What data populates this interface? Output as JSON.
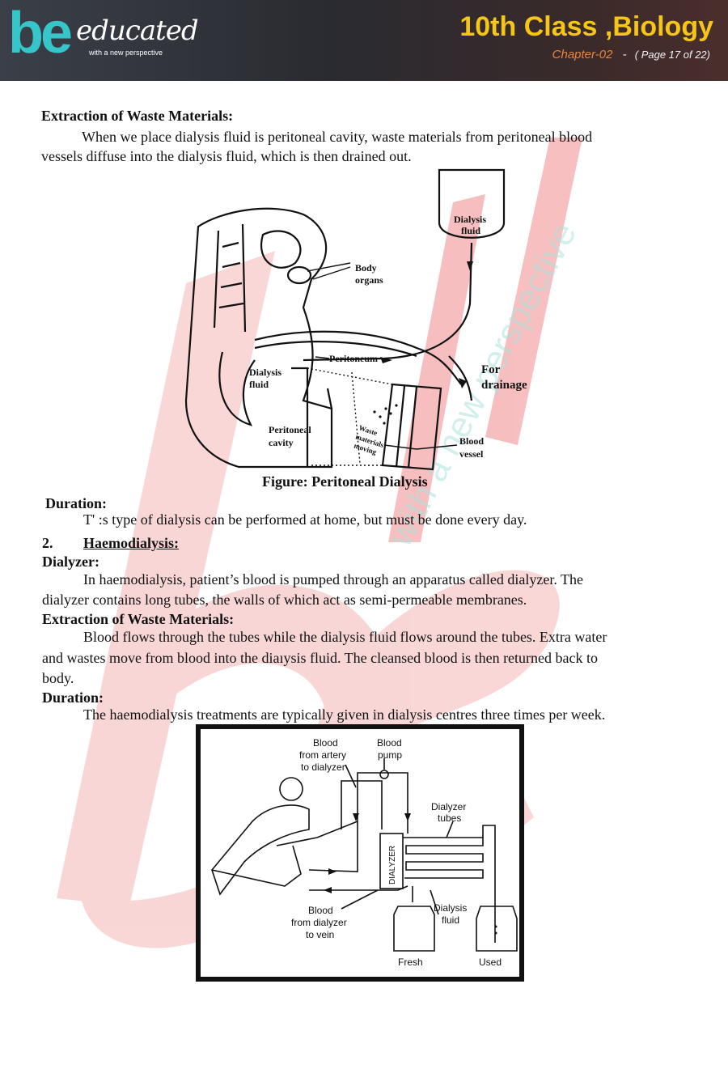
{
  "header": {
    "logo_be": "be",
    "logo_educated": "educated",
    "logo_tagline": "with a new perspective",
    "title": "10th Class ,Biology",
    "chapter": "Chapter-02",
    "separator": "-",
    "page_info": "( Page 17 of 22)"
  },
  "watermark": {
    "tagline": "with a new perspective"
  },
  "section1": {
    "heading": "Extraction of Waste Materials:",
    "para_line1": "When we place dialysis fluid is peritoneal cavity, waste materials from peritoneal blood",
    "para_line2": "vessels diffuse into the dialysis fluid, which is then drained out."
  },
  "figure1": {
    "caption": "Figure: Peritoneal Dialysis",
    "labels": {
      "dialysis_fluid_bag_1": "Dialysis",
      "dialysis_fluid_bag_2": "fluid",
      "body_organs_1": "Body",
      "body_organs_2": "organs",
      "peritoneum": "Peritoneum",
      "dialysis_fluid_1": "Dialysis",
      "dialysis_fluid_2": "fluid",
      "for_drainage_1": "For",
      "for_drainage_2": "drainage",
      "peritoneal_cavity_1": "Peritoneal",
      "peritoneal_cavity_2": "cavity",
      "waste_1": "Waste",
      "waste_2": "materials",
      "waste_3": "moving",
      "blood_vessel_1": "Blood",
      "blood_vessel_2": "vessel"
    }
  },
  "duration1": {
    "heading": "Duration:",
    "text": "T' :s type of dialysis can be performed at home, but must be done every day."
  },
  "haemo": {
    "number": "2.",
    "heading": "Haemodialysis:"
  },
  "dialyzer": {
    "heading": "Dialyzer:",
    "line1": "In haemodialysis, patient’s blood is pumped through an apparatus called dialyzer. The",
    "line2": "dialyzer contains long tubes, the walls of which act as semi-permeable membranes."
  },
  "section2": {
    "heading": "Extraction of Waste Materials:",
    "line1": "Blood flows through the tubes while the dialysis fluid flows around the tubes. Extra water",
    "line2": "and wastes move from blood into the diaıysis fluid. The cleansed blood is then returned back to",
    "line3": "body."
  },
  "duration2": {
    "heading": "Duration:",
    "text": "The haemodialysis treatments are typically given in dialysis centres three times per week."
  },
  "figure2": {
    "labels": {
      "artery_1": "Blood",
      "artery_2": "from artery",
      "artery_3": "to dialyzer",
      "pump_1": "Blood",
      "pump_2": "pump",
      "tubes_1": "Dialyzer",
      "tubes_2": "tubes",
      "dialyzer": "DIALYZER",
      "vein_1": "Blood",
      "vein_2": "from dialyzer",
      "vein_3": "to vein",
      "fluid_1": "Dialysis",
      "fluid_2": "fluid",
      "fresh": "Fresh",
      "used": "Used"
    }
  },
  "colors": {
    "header_title": "#f5c518",
    "chapter": "#e8843b",
    "logo": "#36c5c9",
    "watermark": "#e8474a"
  }
}
